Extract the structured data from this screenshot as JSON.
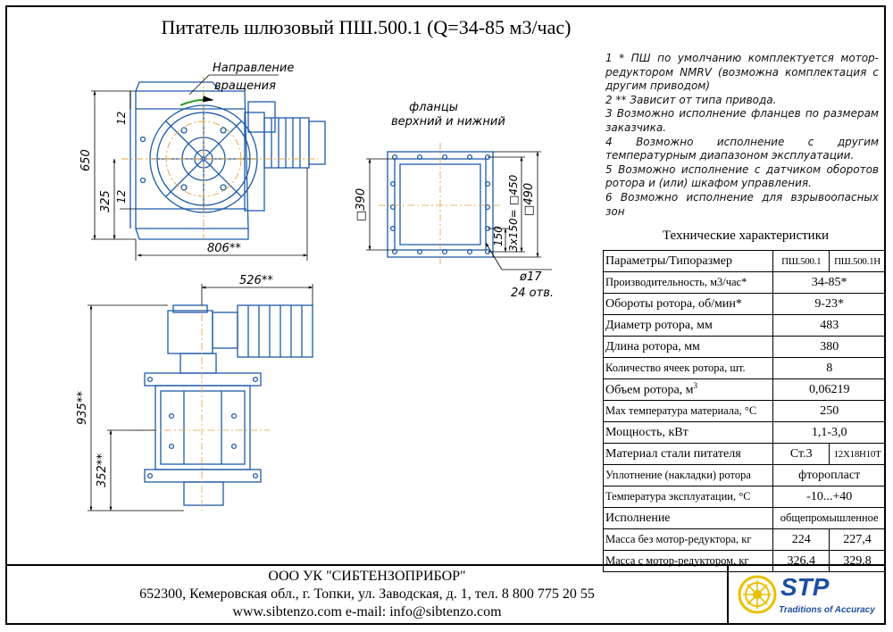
{
  "title": "Питатель шлюзовый ПШ.500.1 (Q=34-85 м3/час)",
  "drawing": {
    "rotation_label_1": "Направление",
    "rotation_label_2": "вращения",
    "flange_label_1": "фланцы",
    "flange_label_2": "верхний и нижний",
    "dim_650": "650",
    "dim_325": "325",
    "dim_12_top": "12",
    "dim_12_bottom": "12",
    "dim_806": "806**",
    "dim_526": "526**",
    "dim_935": "935**",
    "dim_352": "352**",
    "dim_390": "□390",
    "dim_450": "□450",
    "dim_490": "□490",
    "dim_3x150": "3x150=",
    "dim_150": "150",
    "dim_17": "ø17",
    "dim_24": "24 отв."
  },
  "notes": [
    "1 * ПШ по умолчанию комплектуется мотор-редуктором NMRV (возможна комплектация с другим приводом)",
    "2 ** Зависит от типа привода.",
    "3 Возможно исполнение фланцев по размерам заказчика.",
    "4 Возможно исполнение с другим температурным диапазоном эксплуатации.",
    "5 Возможно исполнение с датчиком оборотов ротора и (или) шкафом управления.",
    "6 Возможно исполнение для взрывоопасных зон"
  ],
  "spec": {
    "title": "Технические характеристики",
    "header": {
      "label": "Параметры/Типоразмер",
      "col1": "ПШ.500.1",
      "col2": "ПШ.500.1Н"
    },
    "rows": [
      {
        "label": "Производительность, м3/час*",
        "value": "34-85*"
      },
      {
        "label": "Обороты ротора, об/мин*",
        "value": "9-23*"
      },
      {
        "label": "Диаметр ротора, мм",
        "value": "483"
      },
      {
        "label": "Длина ротора, мм",
        "value": "380"
      },
      {
        "label": "Количество ячеек ротора, шт.",
        "value": "8"
      },
      {
        "label": "Объем ротора, м",
        "sup": "3",
        "value": "0,06219"
      },
      {
        "label": "Мах температура материала, °С",
        "value": "250"
      },
      {
        "label": "Мощность, кВт",
        "value": "1,1-3,0"
      },
      {
        "label": "Материал стали питателя",
        "v1": "Ст.3",
        "v2": "12Х18Н10Т"
      },
      {
        "label": "Уплотнение (накладки) ротора",
        "value": "фторопласт"
      },
      {
        "label": "Температура эксплуатации, °С",
        "value": "-10...+40"
      },
      {
        "label": "Исполнение",
        "value": "общепромышленное"
      },
      {
        "label": "Масса без мотор-редуктора, кг",
        "v1": "224",
        "v2": "227,4"
      },
      {
        "label": "Масса с мотор-редуктором, кг",
        "v1": "326,4",
        "v2": "329,8"
      }
    ]
  },
  "footer": {
    "company": "ООО УК \"СИБТЕНЗОПРИБОР\"",
    "address": "652300, Кемеровская обл., г. Топки, ул. Заводская, д. 1, тел. 8 800 775 20 55",
    "web": "www.sibtenzo.com e-mail: info@sibtenzo.com",
    "brand": "STP",
    "tagline": "Traditions of Accuracy"
  },
  "colors": {
    "drawing_blue": "#1e5aa8",
    "center_orange": "#e0a040",
    "brand_blue": "#1f4fa0",
    "logo_yellow": "#e8c000"
  }
}
